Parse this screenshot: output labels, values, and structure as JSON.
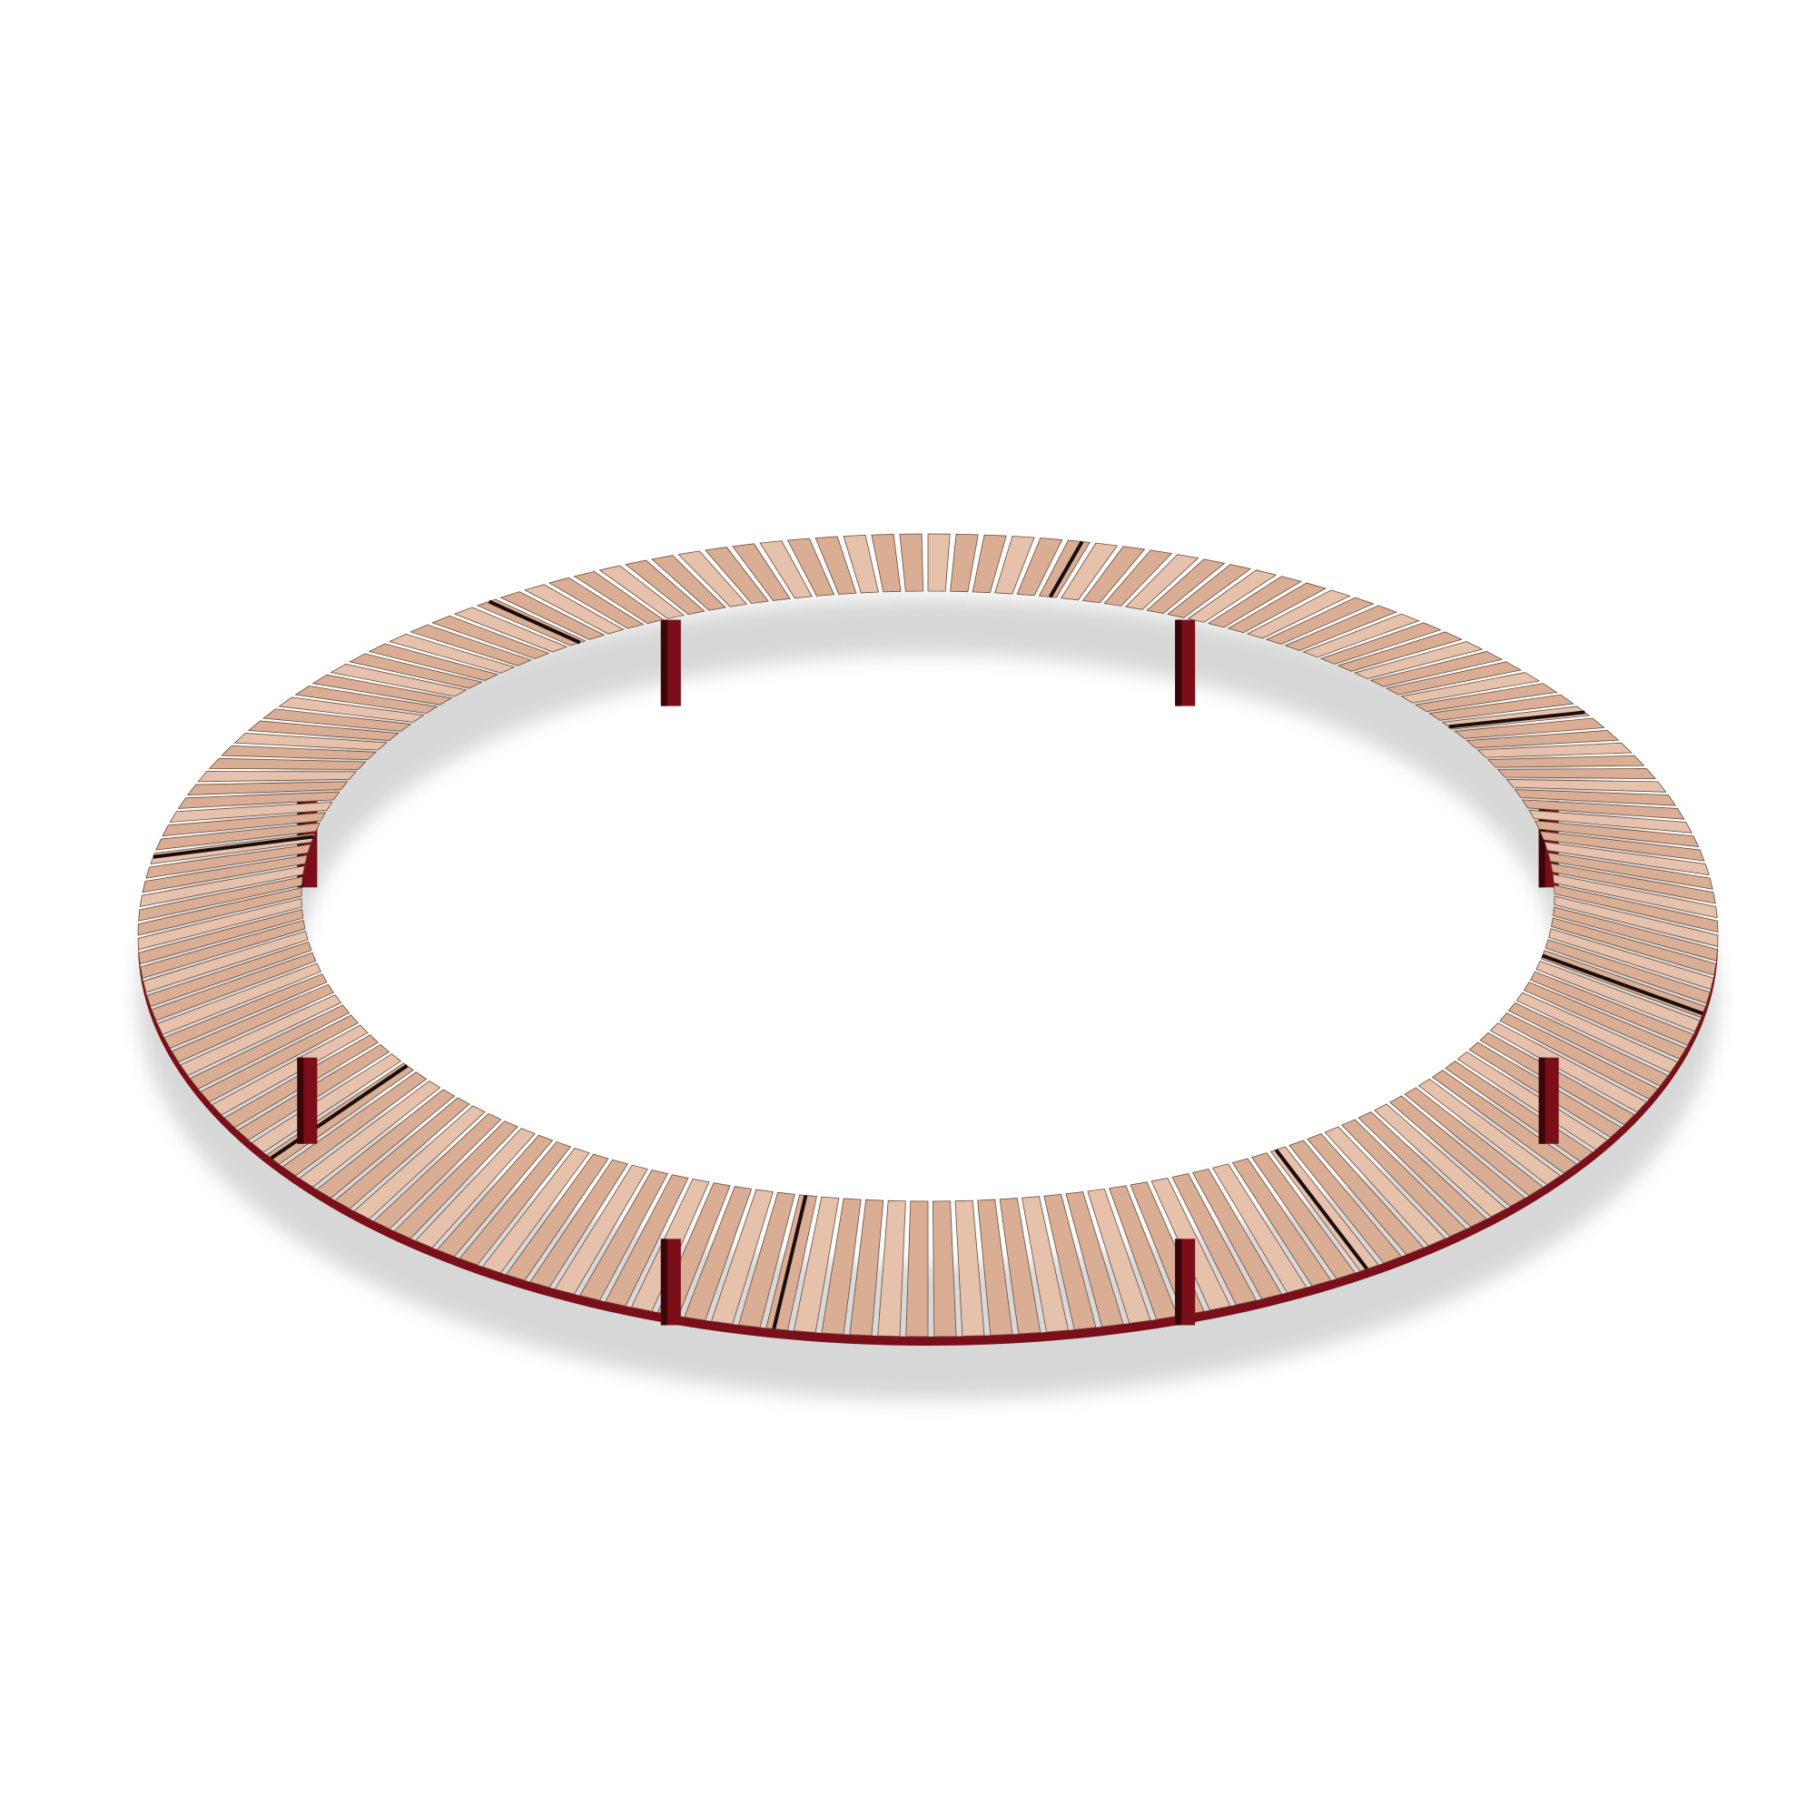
{
  "scene": {
    "subject": "circular-bench",
    "segments": 8,
    "slats_per_segment": 22,
    "legs": 8
  },
  "colors": {
    "background": "#ffffff",
    "wood": "#d9ae95",
    "wood_light": "#e6c2ad",
    "slat_gap": "#6b4a3a",
    "segment_joint": "#1a0d0d",
    "frame": "#7a0f1a",
    "frame_dark": "#3a0508",
    "shadow": "#c8c8c8"
  }
}
